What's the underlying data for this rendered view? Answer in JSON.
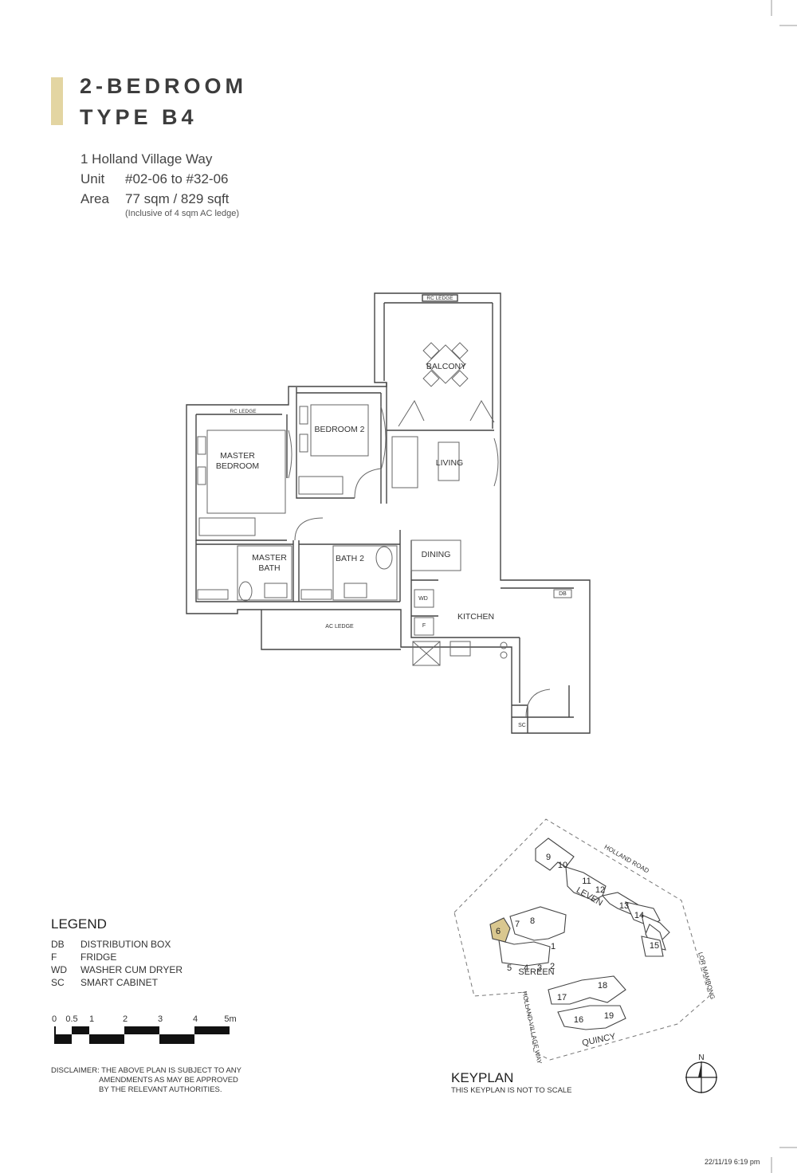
{
  "header": {
    "title_line1": "2-BEDROOM",
    "title_line2": "TYPE B4",
    "address": "1 Holland Village Way",
    "unit_label": "Unit",
    "unit_value": "#02-06 to #32-06",
    "area_label": "Area",
    "area_value": "77 sqm / 829 sqft",
    "area_note": "(Inclusive of 4 sqm AC ledge)"
  },
  "floorplan": {
    "rc_ledge_top": "RC LEDGE",
    "rc_ledge_left": "RC LEDGE",
    "balcony": "BALCONY",
    "bedroom2": "BEDROOM 2",
    "master_bedroom_1": "MASTER",
    "master_bedroom_2": "BEDROOM",
    "living": "LIVING",
    "master_bath_1": "MASTER",
    "master_bath_2": "BATH",
    "bath2": "BATH 2",
    "dining": "DINING",
    "wd": "WD",
    "db": "DB",
    "fridge": "F",
    "kitchen": "KITCHEN",
    "ac_ledge": "AC LEDGE",
    "sc": "SC"
  },
  "legend": {
    "title": "LEGEND",
    "items": [
      {
        "code": "DB",
        "desc": "DISTRIBUTION BOX"
      },
      {
        "code": "F",
        "desc": "FRIDGE"
      },
      {
        "code": "WD",
        "desc": "WASHER CUM DRYER"
      },
      {
        "code": "SC",
        "desc": "SMART CABINET"
      }
    ]
  },
  "scale": {
    "labels": [
      "0",
      "0.5",
      "1",
      "2",
      "3",
      "4",
      "5m"
    ]
  },
  "disclaimer": {
    "line1": "DISCLAIMER: THE ABOVE PLAN IS SUBJECT TO ANY",
    "line2": "AMENDMENTS AS MAY BE APPROVED",
    "line3": "BY THE RELEVANT AUTHORITIES."
  },
  "keyplan": {
    "title": "KEYPLAN",
    "subtitle": "THIS KEYPLAN IS NOT TO SCALE",
    "roads": {
      "holland_road": "HOLLAND ROAD",
      "lor_mambong": "LOR MAMBONG",
      "holland_village_way": "HOLLAND VILLAGE WAY"
    },
    "clusters": {
      "leven": "LEVEN",
      "sereen": "SEREEN",
      "quincy": "QUINCY"
    },
    "blocks": [
      "1",
      "2",
      "3",
      "4",
      "5",
      "6",
      "7",
      "8",
      "9",
      "10",
      "11",
      "12",
      "13",
      "14",
      "15",
      "16",
      "17",
      "18",
      "19"
    ],
    "highlighted_block": "6",
    "highlight_color": "#d9c78f",
    "compass": "N"
  },
  "footer": {
    "timestamp": "22/11/19   6:19 pm"
  },
  "colors": {
    "accent_bar": "#e3d5a2"
  }
}
